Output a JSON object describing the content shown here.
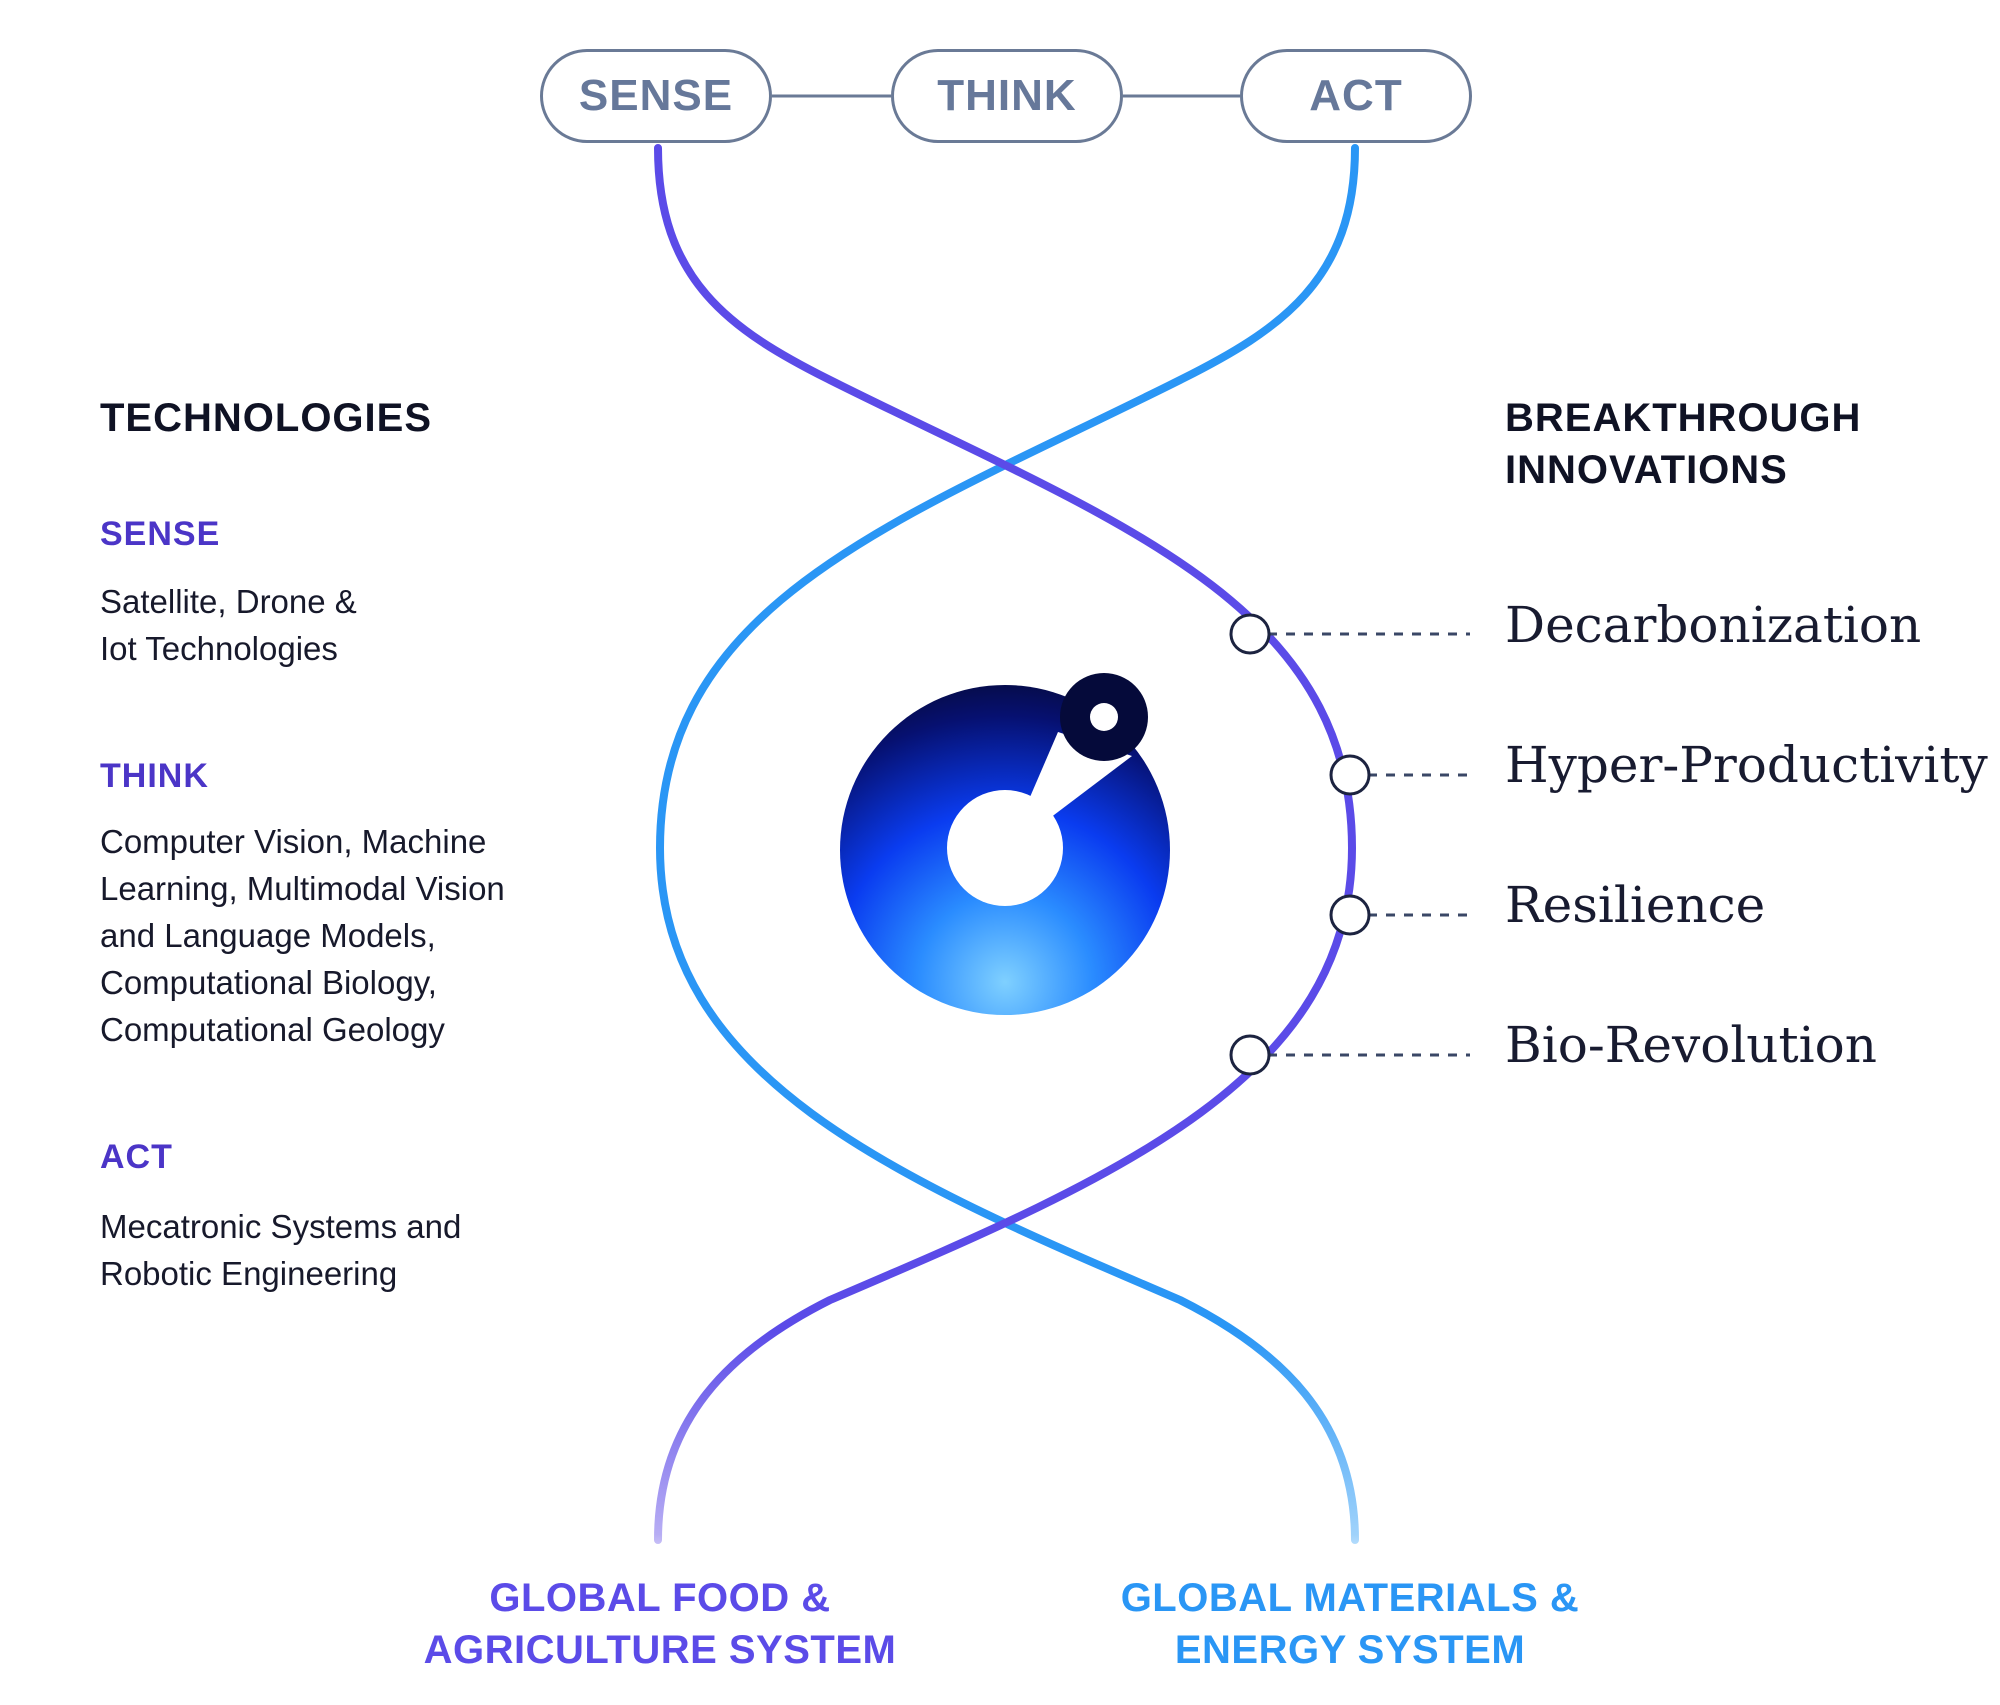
{
  "pipeline": {
    "steps": [
      "SENSE",
      "THINK",
      "ACT"
    ]
  },
  "technologies": {
    "heading": "TECHNOLOGIES",
    "stages": [
      {
        "label": "SENSE",
        "lines": [
          "Satellite, Drone &",
          "Iot Technologies"
        ]
      },
      {
        "label": "THINK",
        "lines": [
          "Computer Vision, Machine",
          "Learning, Multimodal Vision",
          "and Language Models,",
          "Computational Biology,",
          "Computational Geology"
        ]
      },
      {
        "label": "ACT",
        "lines": [
          "Mecatronic Systems and",
          "Robotic Engineering"
        ]
      }
    ]
  },
  "innovations": {
    "heading_lines": [
      "BREAKTHROUGH",
      "INNOVATIONS"
    ],
    "items": [
      "Decarbonization",
      "Hyper-Productivity",
      "Resilience",
      "Bio-Revolution"
    ]
  },
  "systems": {
    "food_lines": [
      "GLOBAL FOOD &",
      "AGRICULTURE SYSTEM"
    ],
    "energy_lines": [
      "GLOBAL MATERIALS &",
      "ENERGY SYSTEM"
    ]
  },
  "colors": {
    "food_strand": "#5b4be8",
    "energy_strand": "#2a96f5",
    "pill_border": "#6a7a96",
    "stage_label": "#4b35c7",
    "logo_dark": "#050a3a",
    "logo_blue": "#0a3cf0",
    "logo_light": "#7fd0ff"
  },
  "icons": {
    "center_logo": "ring-with-pin-icon",
    "connector": "hollow-circle-icon"
  }
}
